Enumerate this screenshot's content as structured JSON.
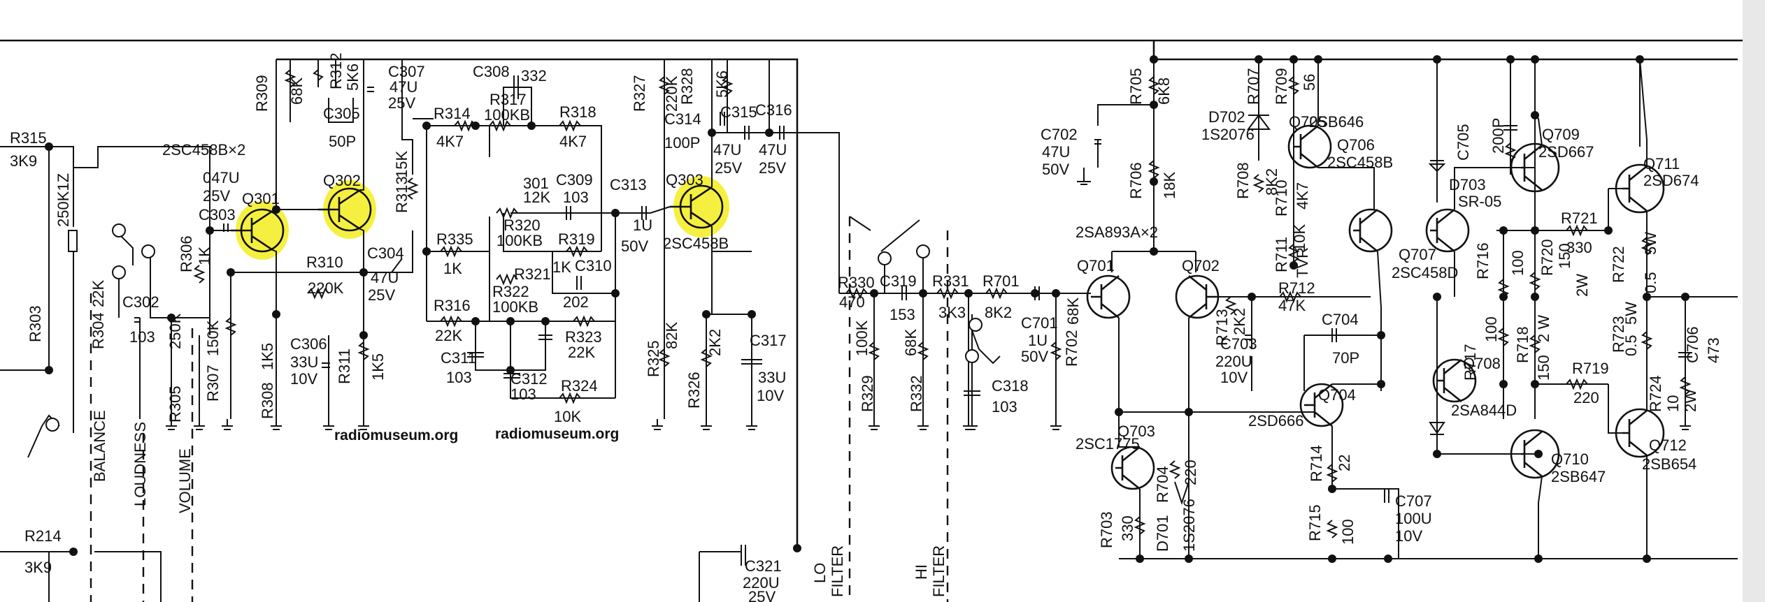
{
  "labels": {
    "r315": "R315",
    "r315v": "3K9",
    "r303": "R303",
    "vr250k1": "250K1Z",
    "r304": "R304",
    "r304v": "22K",
    "c302": "C302",
    "c302v": "103",
    "r305": "R305",
    "r305v": "250K",
    "balance": "BALANCE",
    "loudness": "LOUDNESS",
    "volume": "VOLUME",
    "r214": "R214",
    "r214v": "3K9",
    "tr2sc458bx2": "2SC458B×2",
    "c047": "047U",
    "c047v": "25V",
    "c303": "C303",
    "q301": "Q301",
    "r306": "R306",
    "r306v": "1K",
    "r307": "R307",
    "r307v": "150K",
    "r308": "R308",
    "r308v": "1K5",
    "r309": "R309",
    "r309v": "68K",
    "r312": "R312",
    "r312v": "5K6",
    "c305": "C305",
    "c305v": "50P",
    "q302": "Q302",
    "r310": "R310",
    "r310v": "220K",
    "c307": "C307",
    "c307a": "47U",
    "c307b": "25V",
    "r313": "R313",
    "r313v": "15K",
    "c304": "C304",
    "c304a": "47U",
    "c304b": "25V",
    "c306": "C306",
    "c306a": "33U",
    "c306b": "10V",
    "r311": "R311",
    "r311v": "1K5",
    "c308": "C308",
    "c308v": "332",
    "r317": "R317",
    "r317v": "100KB",
    "r314": "R314",
    "r314v": "4K7",
    "r318": "R318",
    "r318v": "4K7",
    "r301": "301",
    "r301v": "12K",
    "c309": "C309",
    "c309v": "103",
    "r320": "R320",
    "r320v": "100KB",
    "r335": "R335",
    "r335v": "1K",
    "r319": "R319",
    "r321": "R321",
    "r321v": "1K",
    "c310": "C310",
    "r322": "R322",
    "r322v": "100KB",
    "c202": "202",
    "r316": "R316",
    "r316v": "22K",
    "r323": "R323",
    "r323v": "22K",
    "c311": "C311",
    "c311v": "103",
    "c312": "C312",
    "c312v": "103",
    "r324": "R324",
    "r324v": "10K",
    "c313": "C313",
    "c313a": "1U",
    "c313b": "50V",
    "r327": "R327",
    "r327v": "220K",
    "r328": "R328",
    "r328v": "5K6",
    "c314": "C314",
    "c314v": "100P",
    "c315": "C315",
    "c315a": "47U",
    "c315b": "25V",
    "c316": "C316",
    "c316a": "47U",
    "c316b": "25V",
    "q303": "Q303",
    "tr2sc458b": "2SC458B",
    "r325": "R325",
    "r325v": "82K",
    "r326": "R326",
    "r326v": "2K2",
    "c317": "C317",
    "c317a": "33U",
    "c317b": "10V",
    "c321": "C321",
    "c321a": "220U",
    "c321b": "25V",
    "lofilter1": "LO",
    "lofilter2": "FILTER",
    "hifilter1": "HI",
    "hifilter2": "FILTER",
    "r330": "R330",
    "r330v": "470",
    "c319": "C319",
    "c319v": "153",
    "r329": "R329",
    "r329v": "100K",
    "r331": "R331",
    "r331v": "3K3",
    "r332": "R332",
    "r332v": "68K",
    "r701": "R701",
    "r701v": "8K2",
    "c701": "C701",
    "c701a": "1U",
    "c701b": "50V",
    "c318": "C318",
    "c318v": "103",
    "r702": "R702",
    "r702v": "68K",
    "c702": "C702",
    "c702a": "47U",
    "c702b": "50V",
    "r705": "R705",
    "r705v": "6K8",
    "r706": "R706",
    "r706v": "18K",
    "tr2sa893ax2": "2SA893A×2",
    "q701": "Q701",
    "q702": "Q702",
    "r713": "R713",
    "r713v": "2K2",
    "c703": "C703",
    "c703a": "220U",
    "c703b": "10V",
    "r712": "R712",
    "r712v": "47K",
    "c704": "C704",
    "c704v": "70P",
    "d702": "D702",
    "d702v": "1S2076",
    "r707": "R707",
    "r709": "R709",
    "r709v": "56",
    "q705": "Q705",
    "q705t": "2SB646",
    "r708": "R708",
    "r708v": "8K2",
    "r710": "R710",
    "r710v": "4K7",
    "q706": "Q706",
    "q706t": "2SC458B",
    "r711": "R711",
    "r711v": "10K",
    "tvr": "TVR",
    "q707": "Q707",
    "q707t": "2SC458D",
    "c705": "C705",
    "c705v": "200P",
    "d703": "D703",
    "d703v": "SR-05",
    "q709": "Q709",
    "q709t": "2SD667",
    "q711": "Q711",
    "q711t": "2SD674",
    "r716": "R716",
    "r716v": "100",
    "r717": "R717",
    "r717v": "100",
    "r720": "R720",
    "r720a": "150",
    "r720b": "2W",
    "r721": "R721",
    "r721v": "330",
    "r722": "R722",
    "r722a": "0.5",
    "r722b": "5W",
    "q708": "Q708",
    "q708t": "2SA844D",
    "r718": "R718",
    "r718a": "150",
    "r718b": "2 W",
    "r719": "R719",
    "r719v": "220",
    "r723": "R723",
    "r723a": "0.5",
    "r723b": "5W",
    "c706": "C706",
    "c706v": "473",
    "r724": "R724",
    "r724a": "10",
    "r724b": "2W",
    "q704": "Q704",
    "q704t": "2SD666",
    "q703": "Q703",
    "q703t": "2SC1775",
    "r703": "R703",
    "r703v": "330",
    "r704": "R704",
    "r704v": "220",
    "d701": "D701",
    "d701v": "1S2076",
    "r714": "R714",
    "r714v": "22",
    "r715": "R715",
    "r715v": "100",
    "c707": "C707",
    "c707a": "100U",
    "c707b": "10V",
    "q710": "Q710",
    "q710t": "2SB647",
    "q712": "Q712",
    "q712t": "2SB654",
    "watermark1": "radiomuseum.org",
    "watermark2": "radiomuseum.org"
  },
  "colors": {
    "highlight": "#f4ee2a",
    "ink": "#111111"
  }
}
